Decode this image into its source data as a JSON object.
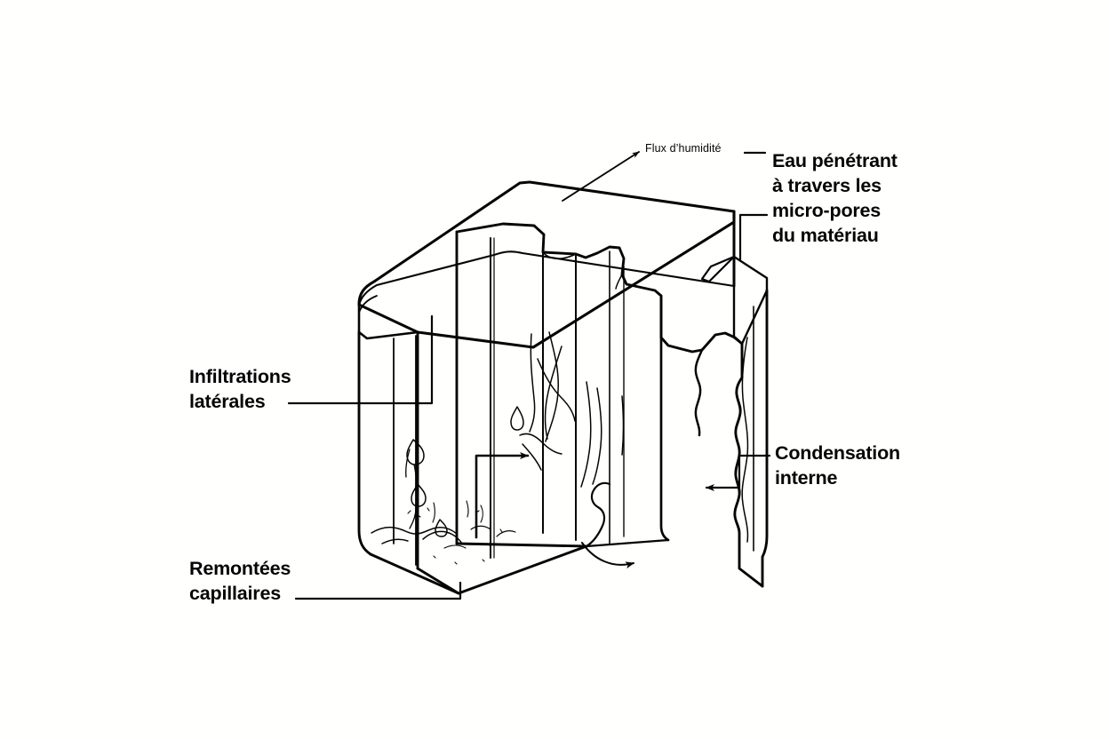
{
  "diagram": {
    "title_visible": false,
    "background_color": "#fffffe",
    "ink_color": "#050505",
    "subject": "coupe isométrique d'un mur montrant les sources d'humidité",
    "labels": {
      "flux": "Flux d’humidité",
      "eau_micropores": "Eau pénétrant\nà travers les\nmicro-pores\ndu matériau",
      "condensation": "Condensation\ninterne",
      "infiltrations": "Infiltrations\nlatérales",
      "remontees": "Remontées\ncapillaires"
    },
    "annotations": [
      {
        "name": "flux-arrow",
        "kind": "arrow",
        "direction": "up-right"
      },
      {
        "name": "eau-leader",
        "kind": "dash-leader",
        "direction": "horizontal"
      },
      {
        "name": "micropores-leader",
        "kind": "bracket-leader",
        "direction": "down-left"
      },
      {
        "name": "condensation-leader",
        "kind": "arrow",
        "direction": "left"
      },
      {
        "name": "infiltration-leader",
        "kind": "elbow-leader",
        "direction": "right-up"
      },
      {
        "name": "remontees-leader",
        "kind": "elbow-leader",
        "direction": "right-up"
      },
      {
        "name": "interior-flow-arrow",
        "kind": "arrow",
        "direction": "right"
      },
      {
        "name": "runoff-arrow",
        "kind": "curved-arrow",
        "direction": "right"
      }
    ],
    "features": [
      "mur en coupe isométrique",
      "arête supérieure brisée en gradins",
      "panneau latéral détaché",
      "gouttelettes d’eau",
      "traînées verticales d’humidité",
      "fissures capillaires",
      "efflorescences en pied de mur"
    ]
  }
}
